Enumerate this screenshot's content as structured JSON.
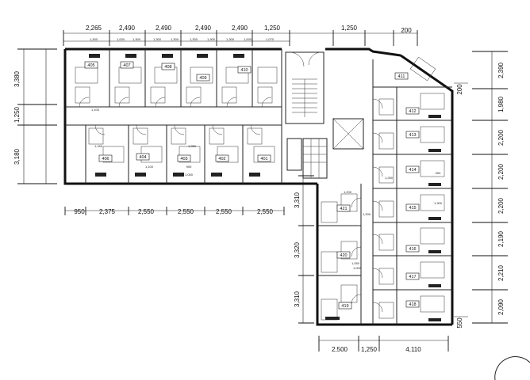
{
  "dims_top": [
    "2,265",
    "2,490",
    "2,490",
    "2,490",
    "2,490",
    "1,250",
    "1,250",
    "200"
  ],
  "dims_top_sub": [
    "1,300",
    "1,000",
    "1,300",
    "1,300",
    "1,300",
    "1,300",
    "1,300",
    "1,300",
    "1,000",
    "1,070"
  ],
  "dims_bottom": [
    "950",
    "2,375",
    "2,550",
    "2,550",
    "2,550",
    "2,550"
  ],
  "dims_left": [
    "3,380",
    "1,250",
    "3,180"
  ],
  "dims_wing_left": [
    "3,310",
    "3,320",
    "3,310"
  ],
  "dims_wing_bottom": [
    "2,500",
    "1,250",
    "4,110"
  ],
  "dims_right": [
    "2,390",
    "1,980",
    "2,200",
    "2,200",
    "2,200",
    "2,190",
    "2,210",
    "2,090",
    "200",
    "550"
  ],
  "rooms_upper": [
    "405",
    "407",
    "408",
    "409",
    "410"
  ],
  "rooms_lower": [
    "406",
    "404",
    "403",
    "402",
    "401"
  ],
  "rooms_east": [
    "411",
    "412",
    "413",
    "414",
    "415",
    "416",
    "417",
    "418"
  ],
  "rooms_wing": [
    "421",
    "420",
    "419"
  ],
  "small_labels": [
    "1,100",
    "1,160",
    "1,250",
    "1,100",
    "900",
    "1,000",
    "1,200",
    "1,200",
    "1,250",
    "1,050",
    "1,000",
    "1,300",
    "900"
  ]
}
